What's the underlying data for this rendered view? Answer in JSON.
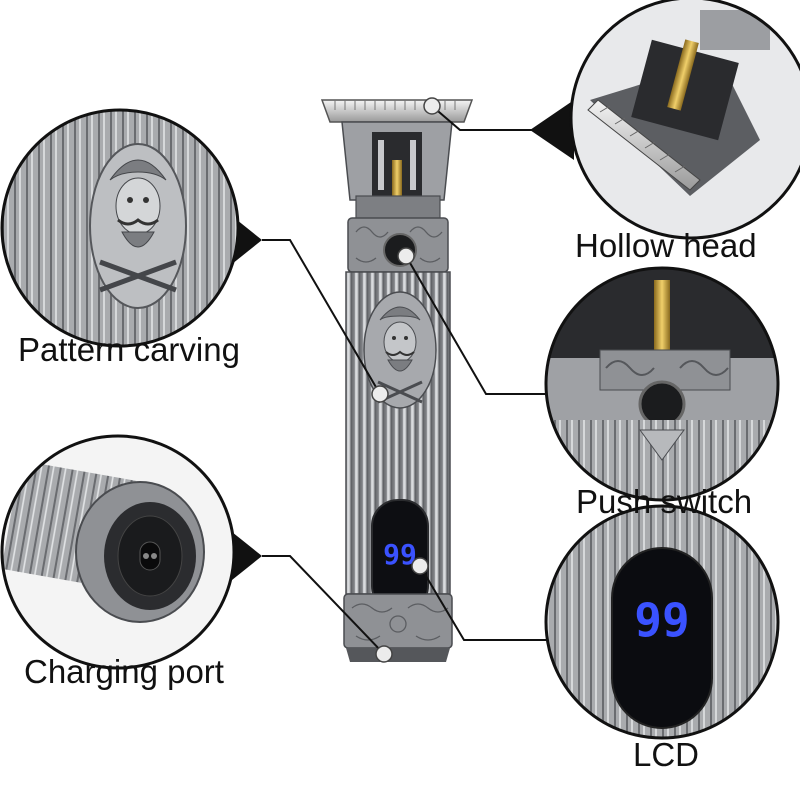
{
  "product": "Hair clipper feature diagram",
  "callouts": {
    "hollow_head": "Hollow head",
    "pattern_carving": "Pattern carving",
    "push_switch": "Push switch",
    "charging_port": "Charging port",
    "lcd": "LCD"
  },
  "display": {
    "battery_reading": "99",
    "digit_color": "#3a52ff"
  },
  "colors": {
    "background": "#ffffff",
    "body_metal": "#8d8f93",
    "body_dark": "#4a4c50",
    "leader_line": "#111111",
    "marker_dot": "#e8e8e8"
  }
}
